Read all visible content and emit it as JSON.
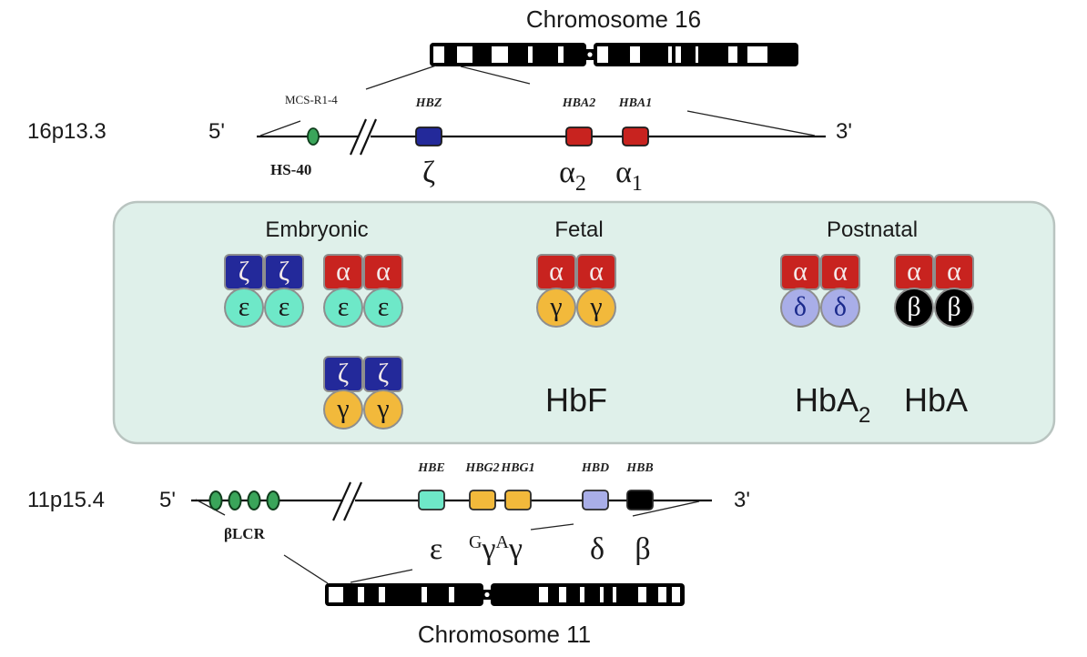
{
  "chromosome16": {
    "title": "Chromosome 16",
    "locus": "16p13.3",
    "five_prime": "5'",
    "three_prime": "3'",
    "regulatory": {
      "label_top": "MCS-R1-4",
      "label_bottom": "HS-40",
      "color": "#3aa55a"
    },
    "genes": [
      {
        "id": "HBZ",
        "label": "HBZ",
        "greek": "ζ",
        "subscript": "",
        "color": "#23299a"
      },
      {
        "id": "HBA2",
        "label": "HBA2",
        "greek": "α",
        "subscript": "2",
        "color": "#c8231f"
      },
      {
        "id": "HBA1",
        "label": "HBA1",
        "greek": "α",
        "subscript": "1",
        "color": "#c8231f"
      }
    ]
  },
  "chromosome11": {
    "title": "Chromosome  11",
    "locus": "11p15.4",
    "five_prime": "5'",
    "three_prime": "3'",
    "regulatory": {
      "label": "βLCR",
      "count": 4,
      "color": "#3aa55a"
    },
    "genes": [
      {
        "id": "HBE",
        "label": "HBE",
        "greek": "ε",
        "color": "#6ee8c8"
      },
      {
        "id": "HBG2",
        "label": "HBG2",
        "greek": "γ",
        "prefix": "G",
        "color": "#f2b93b"
      },
      {
        "id": "HBG1",
        "label": "HBG1",
        "greek": "γ",
        "prefix": "A",
        "color": "#f2b93b"
      },
      {
        "id": "HBD",
        "label": "HBD",
        "greek": "δ",
        "color": "#a9aee8"
      },
      {
        "id": "HBB",
        "label": "HBB",
        "greek": "β",
        "color": "#000000"
      }
    ]
  },
  "stages": {
    "panel_color": "#dff0ea",
    "embryonic": {
      "title": "Embryonic",
      "tetramers": [
        {
          "top": "ζ",
          "bottom": "ε",
          "top_color": "#23299a",
          "bottom_color": "#6ee8c8"
        },
        {
          "top": "α",
          "bottom": "ε",
          "top_color": "#c8231f",
          "bottom_color": "#6ee8c8"
        },
        {
          "top": "ζ",
          "bottom": "γ",
          "top_color": "#23299a",
          "bottom_color": "#f2b93b"
        }
      ]
    },
    "fetal": {
      "title": "Fetal",
      "tetramers": [
        {
          "top": "α",
          "bottom": "γ",
          "top_color": "#c8231f",
          "bottom_color": "#f2b93b",
          "name": "HbF"
        }
      ]
    },
    "postnatal": {
      "title": "Postnatal",
      "tetramers": [
        {
          "top": "α",
          "bottom": "δ",
          "top_color": "#c8231f",
          "bottom_color": "#a9aee8",
          "name": "HbA",
          "name_sub": "2"
        },
        {
          "top": "α",
          "bottom": "β",
          "top_color": "#c8231f",
          "bottom_color": "#000000",
          "name": "HbA",
          "name_sub": ""
        }
      ]
    }
  }
}
